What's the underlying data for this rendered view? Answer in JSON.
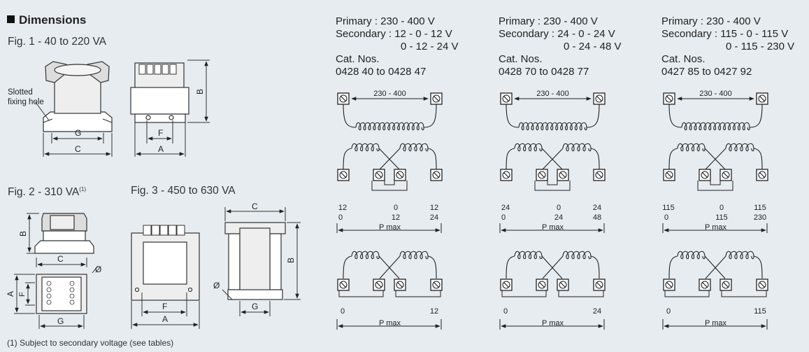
{
  "title": "Dimensions",
  "fig1": "Fig. 1 - 40 to 220 VA",
  "fig2": "Fig. 2  - 310 VA",
  "fig2_sup": "(1)",
  "fig3": "Fig. 3  - 450 to 630 VA",
  "slotted": [
    "Slotted",
    "fixing hole"
  ],
  "dims": {
    "A": "A",
    "B": "B",
    "C": "C",
    "F": "F",
    "G": "G",
    "phi": "Ø"
  },
  "footnote": "(1) Subject to secondary voltage (see tables)",
  "panels": [
    {
      "primary": "Primary : 230 - 400 V",
      "secondary": "Secondary : 12 - 0 - 12 V",
      "secondary2": "0 - 12 - 24 V",
      "cat_label": "Cat. Nos.",
      "cat": "0428 40 to 0428 47",
      "top_span": "230 - 400",
      "tap_l": [
        "12",
        "0"
      ],
      "tap_m": [
        "0",
        "12"
      ],
      "tap_r": [
        "12",
        "24"
      ],
      "pmax": "P max",
      "par_l": "0",
      "par_r": "12",
      "pmax2": "P max"
    },
    {
      "primary": "Primary : 230 - 400 V",
      "secondary": "Secondary : 24 - 0 - 24 V",
      "secondary2": "0 - 24 - 48 V",
      "cat_label": "Cat. Nos.",
      "cat": "0428 70 to 0428 77",
      "top_span": "230 - 400",
      "tap_l": [
        "24",
        "0"
      ],
      "tap_m": [
        "0",
        "24"
      ],
      "tap_r": [
        "24",
        "48"
      ],
      "pmax": "P max",
      "par_l": "0",
      "par_r": "24",
      "pmax2": "P max"
    },
    {
      "primary": "Primary : 230 - 400 V",
      "secondary": "Secondary : 115 - 0 - 115 V",
      "secondary2": "0 - 115 - 230 V",
      "cat_label": "Cat. Nos.",
      "cat": "0427 85 to 0427 92",
      "top_span": "230 - 400",
      "tap_l": [
        "115",
        "0"
      ],
      "tap_m": [
        "0",
        "115"
      ],
      "tap_r": [
        "115",
        "230"
      ],
      "pmax": "P max",
      "par_l": "0",
      "par_r": "115",
      "pmax2": "P max"
    }
  ]
}
